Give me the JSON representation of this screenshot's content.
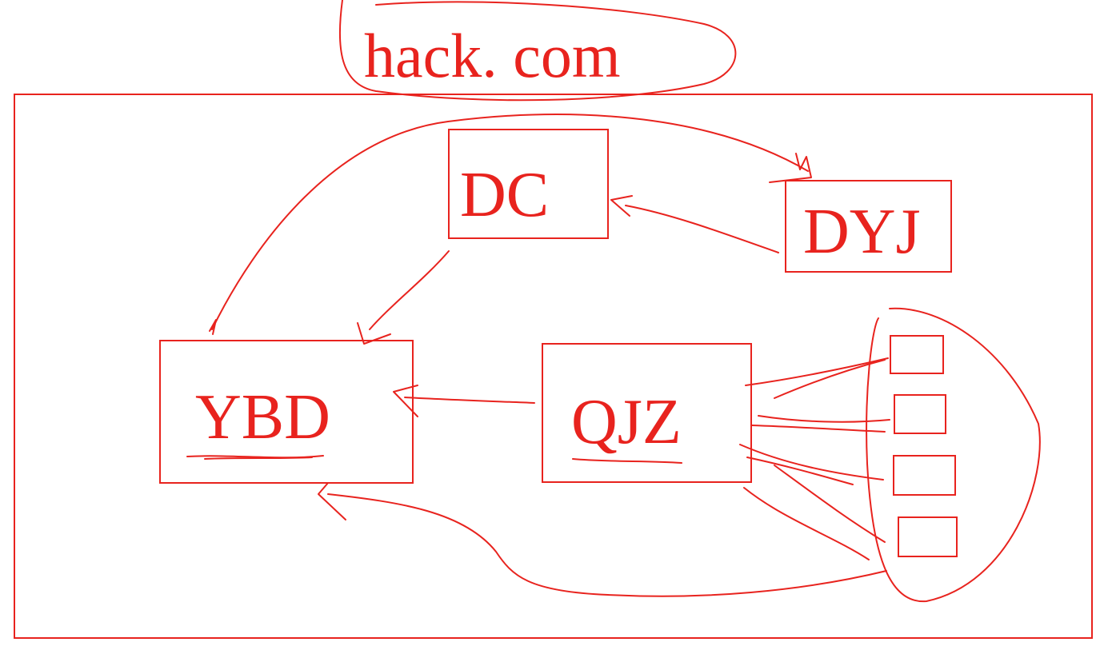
{
  "title": "hack. com",
  "color": "#e8231e",
  "background": "#ffffff",
  "nodes": {
    "dc": "DC",
    "dyj": "DYJ",
    "ybd": "YBD",
    "qjz": "QJZ"
  },
  "client_group": {
    "slot_count": 4
  }
}
